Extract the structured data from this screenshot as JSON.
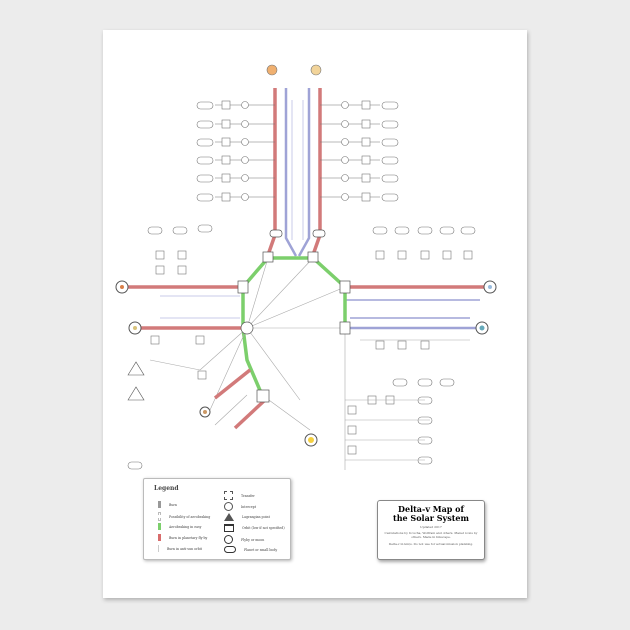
{
  "title": {
    "line1": "Delta-v Map of",
    "line2": "the Solar System",
    "updated": "Updated 2017",
    "credits": "Calculations by Ucucha, Wolfram and others. Planet icons by others. Made in Inkscape.",
    "note": "Delta-v in km/s. Do not use for actual mission planning."
  },
  "legend": {
    "title": "Legend",
    "left_items": [
      {
        "label": "Burn",
        "color": "#999999"
      },
      {
        "label": "Possibility of aerobraking",
        "color": "#dddddd"
      },
      {
        "label": "Aerobraking in easy",
        "color": "#6cc36c"
      },
      {
        "label": "Burn in planetary fly-by",
        "color": "#d86c6c"
      },
      {
        "label": "Burn in anti-sun orbit",
        "color": "#bbbbbb"
      }
    ],
    "right_items": [
      {
        "label": "Transfer",
        "icon": "dashed-square"
      },
      {
        "label": "Intercept",
        "icon": "circle"
      },
      {
        "label": "Lagrangian point",
        "icon": "triangle"
      },
      {
        "label": "Orbit (low if not specified)",
        "icon": "trapezoid"
      },
      {
        "label": "Flyby or moon",
        "icon": "bold-circle"
      },
      {
        "label": "Planet or small body",
        "icon": "pill"
      }
    ]
  },
  "colors": {
    "red": "#d27a7a",
    "blue": "#9fa3d6",
    "green": "#7ccf6c",
    "line": "#999999"
  }
}
